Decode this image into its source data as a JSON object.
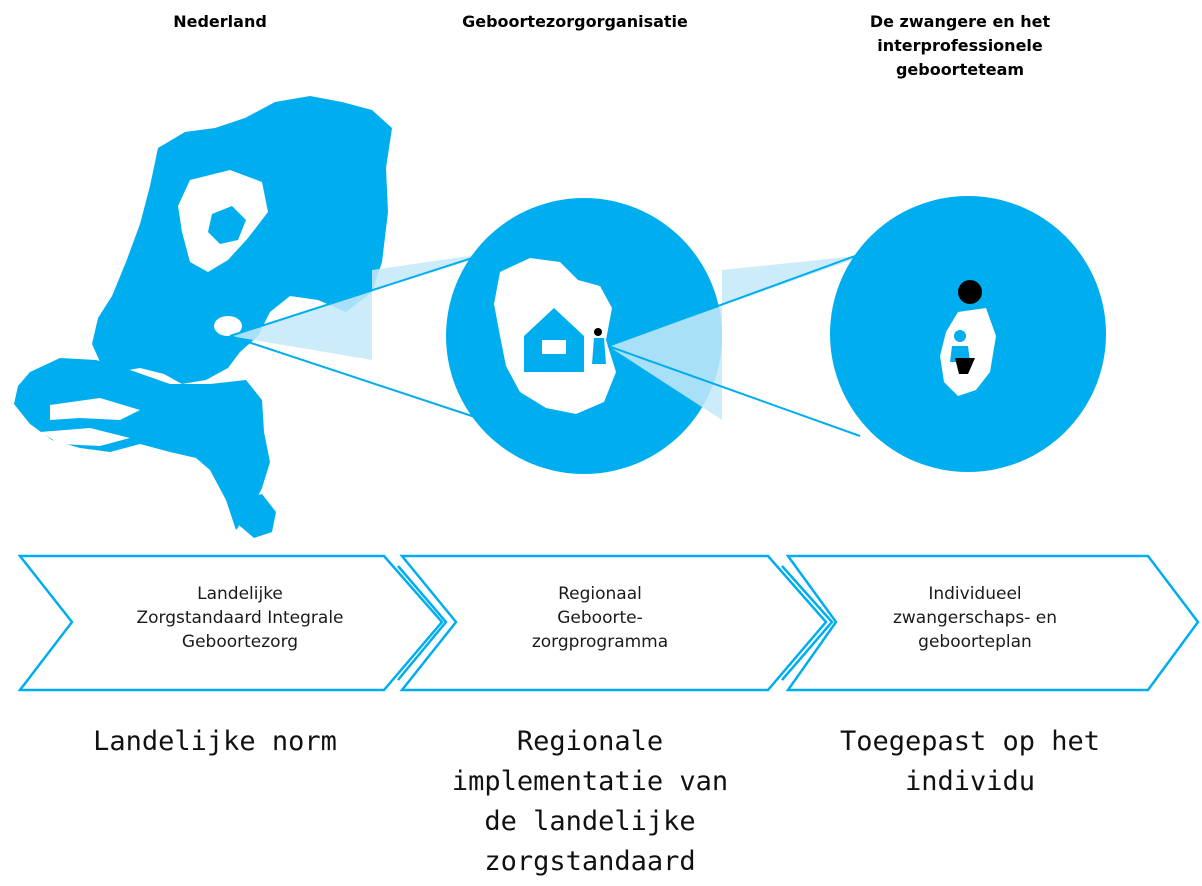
{
  "colors": {
    "accent": "#00AEEF",
    "accent_light": "#C4E9F8"
  },
  "headers": [
    {
      "text": "Nederland"
    },
    {
      "text": "Geboortezorgorganisatie"
    },
    {
      "text": "De zwangere en het\ninterprofessionele\ngeboorteteam"
    }
  ],
  "chevrons": [
    {
      "text": "Landelijke\nZorgstandaard Integrale\nGeboortezorg"
    },
    {
      "text": "Regionaal\nGeboorte-\nzorgprogramma"
    },
    {
      "text": "Individueel\nzwangerschaps- en\ngeboorteplan"
    }
  ],
  "bottom": [
    {
      "text": "Landelijke norm"
    },
    {
      "text": "Regionale\nimplementatie van\nde landelijke\nzorgstandaard"
    },
    {
      "text": "Toegepast op het\nindividu"
    }
  ],
  "icons": [
    "netherlands-map-icon",
    "region-map-icon",
    "hospital-icon",
    "mother-child-icon",
    "pregnant-woman-icon"
  ]
}
